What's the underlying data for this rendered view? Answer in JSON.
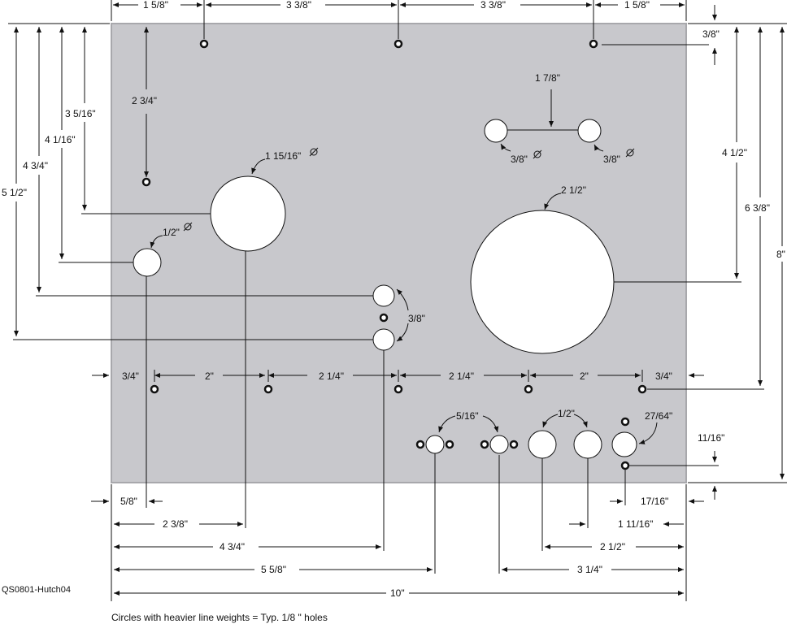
{
  "drawing_id": "QS0801-Hutch04",
  "footnote": "Circles with heavier line weights = Typ. 1/8 \" holes",
  "colors": {
    "plate": "#c8c8cc",
    "plate_edge": "#a8a8ac",
    "line": "#111111",
    "hole": "#ffffff"
  },
  "plate": {
    "width_label": "10\"",
    "height_label": "8\""
  },
  "top_dims": [
    "1 5/8\"",
    "3 3/8\"",
    "3 3/8\"",
    "1 5/8\""
  ],
  "middle_row_dims": [
    "3/4\"",
    "2\"",
    "2 1/4\"",
    "2 1/4\"",
    "2\"",
    "3/4\""
  ],
  "bottom_dims": {
    "d1": "5/8\"",
    "d2": "2 3/8\"",
    "d3": "4 3/4\"",
    "d4": "5 5/8\"",
    "d5": "3 1/4\"",
    "d6": "2 1/2\"",
    "d7": "1 11/16\"",
    "d8": "17/16\""
  },
  "left_dims": [
    "3 5/16\"",
    "4 1/16\"",
    "4 3/4\"",
    "5 1/2\"",
    "2 3/4\""
  ],
  "right_dims": {
    "top_offset": "3/8\"",
    "mid_large": "4 1/2\"",
    "lower": "6 3/8\"",
    "overall": "8\"",
    "bottom_offset": "11/16\""
  },
  "hole_callouts": {
    "big_left": "1 15/16\"",
    "small_left": "1/2\"",
    "pair_spacing": "1 7/8\"",
    "pair_left": "3/8\"",
    "pair_right": "3/8\"",
    "big_right": "2 1/2\"",
    "stack_pair": "3/8\"",
    "row_516": "5/16\"",
    "row_12": "1/2\"",
    "row_2764": "27/64\""
  }
}
